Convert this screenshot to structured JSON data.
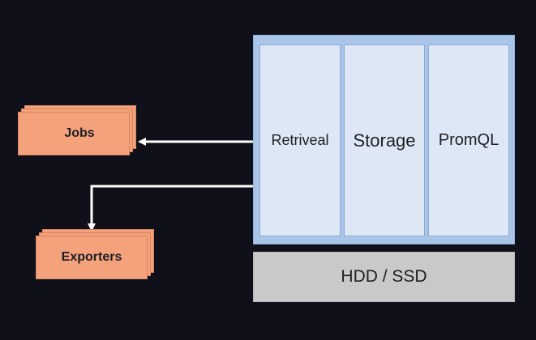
{
  "diagram": {
    "server": {
      "retrieval_label": "Retriveal",
      "storage_label": "Storage",
      "promql_label": "PromQL"
    },
    "storage_media_label": "HDD / SSD",
    "jobs_label": "Jobs",
    "exporters_label": "Exporters"
  },
  "colors": {
    "background": "#0f1019",
    "server_frame": "#a9c6ea",
    "server_panel": "#dde7f6",
    "disk": "#c9c9c9",
    "target_box": "#f4a27c",
    "arrow": "#ffffff"
  }
}
